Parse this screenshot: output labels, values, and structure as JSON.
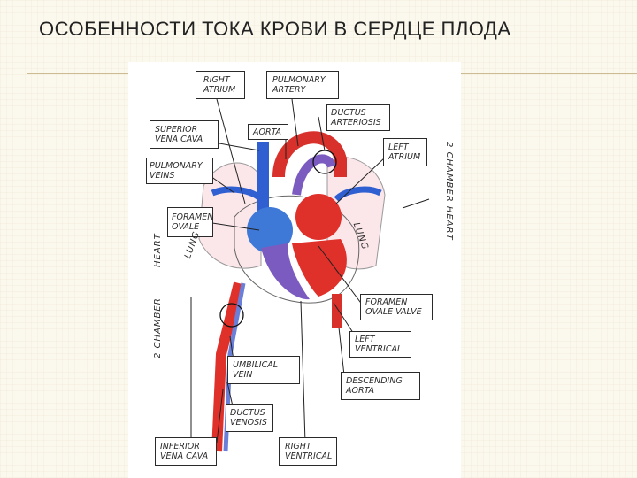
{
  "title": "ОСОБЕННОСТИ ТОКА КРОВИ В СЕРДЦЕ ПЛОДА",
  "labels": {
    "right_atrium": "RIGHT\nATRIUM",
    "pulmonary_artery": "PULMONARY\nARTERY",
    "ductus_arteriosis": "DUCTUS\nARTERIOSIS",
    "superior_vena_cava": "SUPERIOR\nVENA CAVA",
    "aorta": "AORTA",
    "left_atrium": "LEFT\nATRIUM",
    "pulmonary_veins": "PULMONARY\nVEINS",
    "foramen_ovale": "FORAMEN\nOVALE",
    "foramen_ovale_valve": "FORAMEN\nOVALE VALVE",
    "left_ventrical": "LEFT\nVENTRICAL",
    "umbilical_vein": "UMBILICAL\nVEIN",
    "descending_aorta": "DESCENDING\nAORTA",
    "ductus_venosis": "DUCTUS\nVENOSIS",
    "inferior_vena_cava": "INFERIOR\nVENA CAVA",
    "right_ventrical": "RIGHT\nVENTRICAL",
    "lung_left": "LUNG",
    "lung_right": "LUNG",
    "heart_2_chamber": "2 CHAMBER HEART",
    "heart_left_top": "HEART",
    "heart_left_bottom": "2 CHAMBER"
  },
  "colors": {
    "oxygenated": "#e0302a",
    "deoxygenated": "#2f5fd0",
    "mixed": "#7b5bc0"
  }
}
